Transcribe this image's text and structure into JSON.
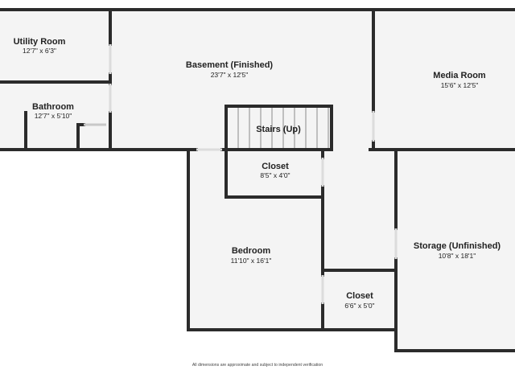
{
  "rooms": {
    "utility": {
      "name": "Utility Room",
      "dims": "12'7\" x 6'3\""
    },
    "bathroom": {
      "name": "Bathroom",
      "dims": "12'7\" x 5'10\""
    },
    "basement": {
      "name": "Basement (Finished)",
      "dims": "23'7\" x 12'5\""
    },
    "media": {
      "name": "Media Room",
      "dims": "15'6\" x 12'5\""
    },
    "stairs": {
      "name": "Stairs (Up)"
    },
    "closet1": {
      "name": "Closet",
      "dims": "8'5\" x 4'0\""
    },
    "bedroom": {
      "name": "Bedroom",
      "dims": "11'10\" x 16'1\""
    },
    "closet2": {
      "name": "Closet",
      "dims": "6'6\" x 5'0\""
    },
    "storage": {
      "name": "Storage (Unfinished)",
      "dims": "10'8\" x 18'1\""
    }
  },
  "footnote": "All dimensions are approximate and subject to independent verification",
  "colors": {
    "wall": "#2b2b2b",
    "floor": "#f4f4f4",
    "background": "#ffffff",
    "door_gap": "#dcdcdc"
  }
}
